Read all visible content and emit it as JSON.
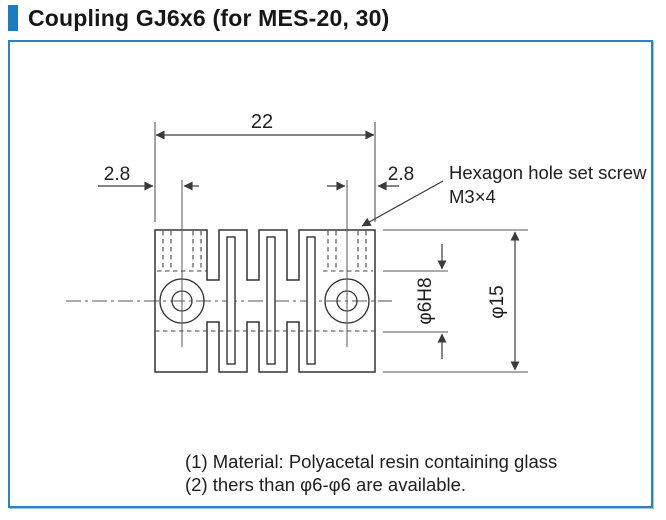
{
  "header": {
    "title": "Coupling GJ6x6 (for MES-20, 30)"
  },
  "drawing": {
    "dim_width": "22",
    "dim_offset_left": "2.8",
    "dim_offset_right": "2.8",
    "dim_bore": "φ6H8",
    "dim_outer_dia": "φ15",
    "screw_label_line1": "Hexagon hole set screw",
    "screw_label_line2": "M3×4"
  },
  "notes": {
    "line1": "(1) Material: Polyacetal resin containing glass",
    "line2": "(2) thers than φ6-φ6 are available."
  },
  "colors": {
    "accent_blue": "#1c7cc0",
    "frame_blue": "#3181c2",
    "outline_dark": "#333333",
    "dim_gray": "#555555"
  }
}
